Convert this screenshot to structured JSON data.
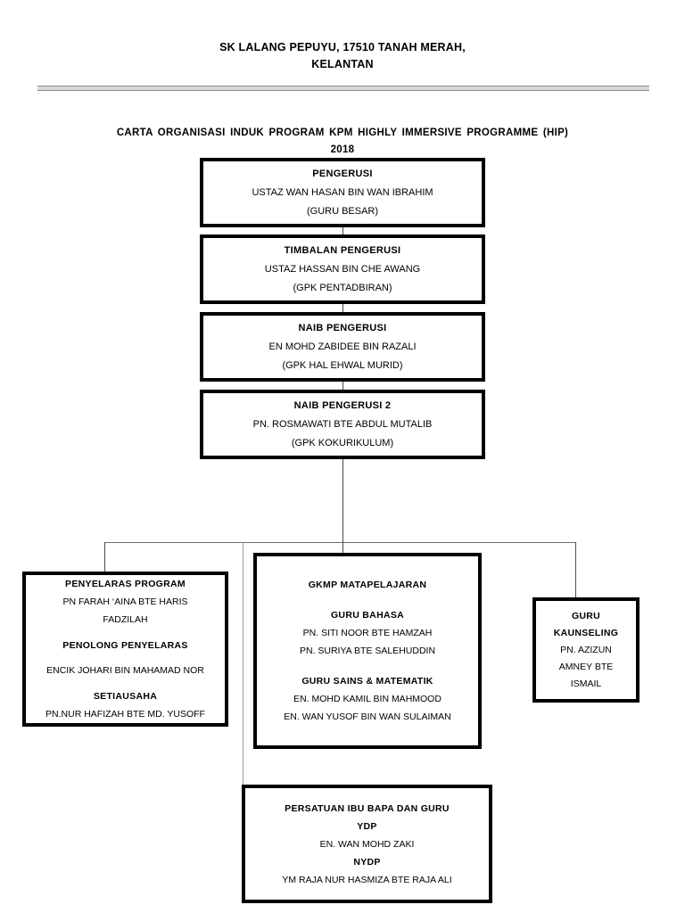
{
  "header": {
    "line1": "SK LALANG PEPUYU, 17510 TANAH MERAH,",
    "line2": "KELANTAN",
    "rule_color": "#8a8a8a"
  },
  "chart_title": {
    "line1": "CARTA  ORGANISASI  INDUK  PROGRAM  KPM HIGHLY  IMMERSIVE PROGRAMME  (HIP)",
    "line2": "2018"
  },
  "org_chart": {
    "type": "diagram",
    "border_color": "#000000",
    "connector_color": "#4a4a4a",
    "nodes": {
      "pengerusi": {
        "title": "PENGERUSI",
        "name": "USTAZ WAN HASAN BIN WAN IBRAHIM",
        "role": "(GURU BESAR)"
      },
      "timbalan_pengerusi": {
        "title": "TIMBALAN PENGERUSI",
        "name": "USTAZ HASSAN BIN CHE AWANG",
        "role": "(GPK PENTADBIRAN)"
      },
      "naib_pengerusi": {
        "title": "NAIB PENGERUSI",
        "name": "EN MOHD ZABIDEE BIN RAZALI",
        "role": "(GPK HAL EHWAL MURID)"
      },
      "naib_pengerusi_2": {
        "title": "NAIB PENGERUSI 2",
        "name": "PN. ROSMAWATI BTE ABDUL MUTALIB",
        "role": "(GPK KOKURIKULUM)"
      },
      "penyelaras_program": {
        "title": "PENYELARAS  PROGRAM",
        "name1": "PN FARAH ‘AINA BTE HARIS",
        "name2": "FADZILAH",
        "subtitle1": "PENOLONG  PENYELARAS",
        "sub_name1": "ENCIK JOHARI BIN MAHAMAD NOR",
        "subtitle2": "SETIAUSAHA",
        "sub_name2": "PN.NUR HAFIZAH BTE MD. YUSOFF"
      },
      "gkmp_matapelajaran": {
        "title": "GKMP  MATAPELAJARAN",
        "group1_title": "GURU BAHASA",
        "group1_member1": "PN. SITI NOOR BTE HAMZAH",
        "group1_member2": "PN. SURIYA BTE SALEHUDDIN",
        "group2_title": "GURU SAINS & MATEMATIK",
        "group2_member1": "EN. MOHD KAMIL BIN MAHMOOD",
        "group2_member2": "EN. WAN YUSOF BIN WAN SULAIMAN"
      },
      "guru_kaunseling": {
        "title_line1": "GURU",
        "title_line2": "KAUNSELING",
        "name_line1": "PN. AZIZUN",
        "name_line2": "AMNEY BTE",
        "name_line3": "ISMAIL"
      },
      "pibg": {
        "title": "PERSATUAN  IBU  BAPA  DAN  GURU",
        "role1": "YDP",
        "name1": "EN. WAN MOHD ZAKI",
        "role2": "NYDP",
        "name2": "YM RAJA NUR HASMIZA BTE RAJA ALI"
      }
    }
  }
}
